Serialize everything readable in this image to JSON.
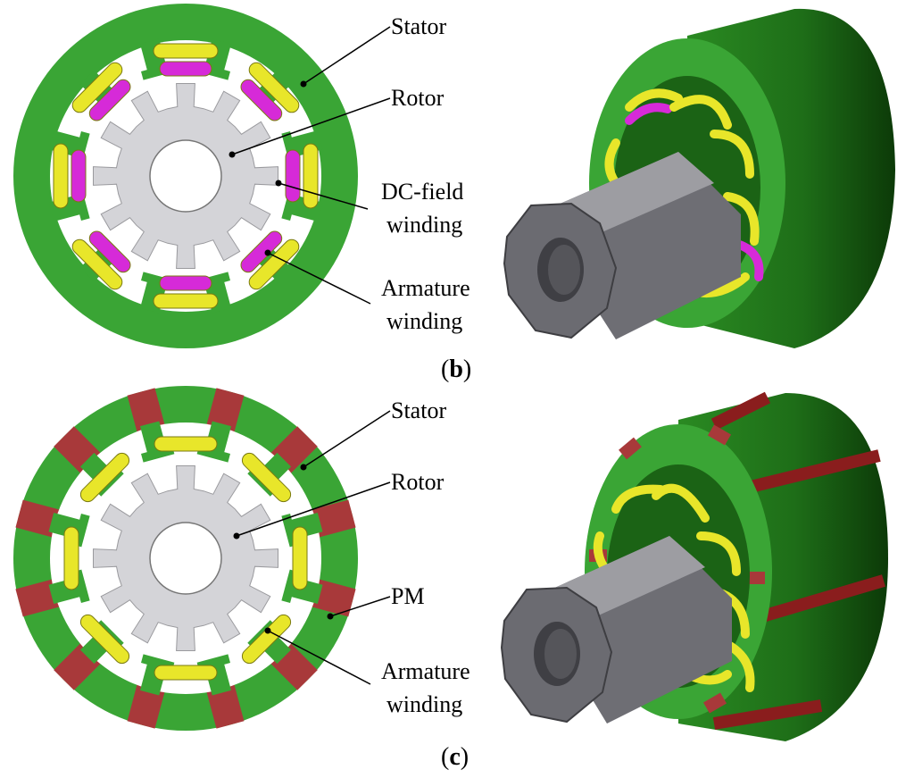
{
  "panels": [
    {
      "id": "b",
      "caption": {
        "open": "(",
        "letter": "b",
        "close": ")"
      },
      "labels": {
        "stator": "Stator",
        "rotor": "Rotor",
        "dc_field_line1": "DC-field",
        "dc_field_line2": "winding",
        "armature_line1": "Armature",
        "armature_line2": "winding"
      }
    },
    {
      "id": "c",
      "caption": {
        "open": "(",
        "letter": "c",
        "close": ")"
      },
      "labels": {
        "stator": "Stator",
        "rotor": "Rotor",
        "pm": "PM",
        "armature_line1": "Armature",
        "armature_line2": "winding"
      }
    }
  ],
  "colors": {
    "stator": "#3aa535",
    "stator_dark": "#1f6e18",
    "rotor": "#d4d4d8",
    "rotor_3d": "#8c8c90",
    "armature_coil": "#e8e62a",
    "dc_field_coil": "#d62ad8",
    "permanent_magnet": "#a8393a"
  }
}
